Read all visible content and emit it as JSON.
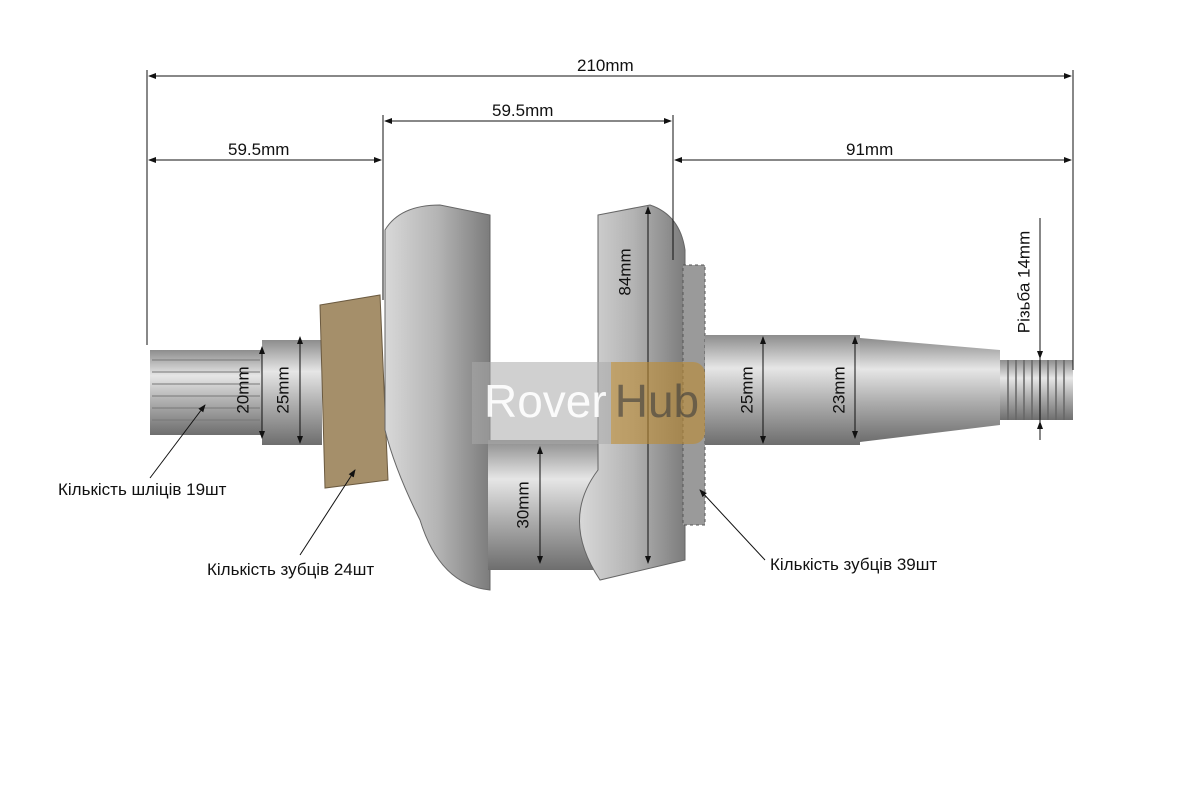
{
  "dimensions": {
    "overall_length": "210mm",
    "left_section": "59.5mm",
    "middle_section": "59.5mm",
    "right_section": "91mm",
    "web_diameter": "84mm",
    "spline_diameter": "20mm",
    "left_journal": "25mm",
    "crankpin": "30mm",
    "right_journal": "25mm",
    "taper": "23mm",
    "thread": "Різьба 14mm"
  },
  "callouts": {
    "splines": "Кількість шліців 19шт",
    "gear_left": "Кількість зубців 24шт",
    "gear_right": "Кількість зубців 39шт"
  },
  "watermark": {
    "part1": "Rover",
    "part2": "Hub"
  },
  "colors": {
    "metal": "#a9a9a9",
    "line": "#111111",
    "watermark_accent": "#be8c32"
  }
}
